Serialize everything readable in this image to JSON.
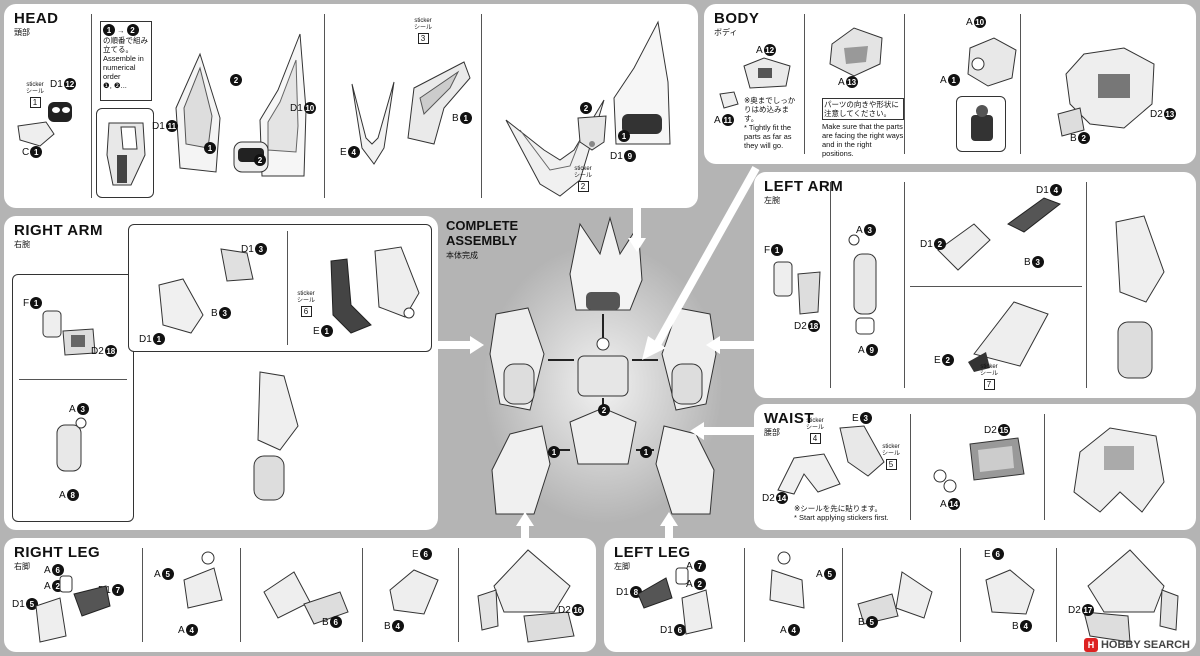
{
  "sections": {
    "head": {
      "title": "HEAD",
      "subtitle": "頭部"
    },
    "body": {
      "title": "BODY",
      "subtitle": "ボディ"
    },
    "right_arm": {
      "title": "RIGHT ARM",
      "subtitle": "右腕"
    },
    "left_arm": {
      "title": "LEFT ARM",
      "subtitle": "左腕"
    },
    "waist": {
      "title": "WAIST",
      "subtitle": "腰部"
    },
    "right_leg": {
      "title": "RIGHT LEG",
      "subtitle": "右脚"
    },
    "left_leg": {
      "title": "LEFT LEG",
      "subtitle": "左脚"
    },
    "complete": {
      "title_line1": "COMPLETE",
      "title_line2": "ASSEMBLY",
      "subtitle": "本体完成"
    }
  },
  "sticker_label": "sticker",
  "sticker_label_jp": "シール",
  "notes": {
    "head_order_jp": "の順番で組み立てる。",
    "head_order_en": "Assemble in numerical order",
    "head_order_seq": "❶, ❷...",
    "body_tighten_jp": "※奥までしっかりはめ込みます。",
    "body_tighten_en": "* Tightly fit the parts as far as they will go.",
    "body_facing_jp": "パーツの向きや形状に注意してください。",
    "body_facing_en": "Make sure that the parts are facing the right ways and in the right positions.",
    "waist_sticker_jp": "※シールを先に貼ります。",
    "waist_sticker_en": "* Start applying stickers first."
  },
  "labels": {
    "head": [
      {
        "part": "D1",
        "num": "12"
      },
      {
        "part": "C",
        "num": "1"
      },
      {
        "part": "D1",
        "num": "11"
      },
      {
        "part": "D1",
        "num": "10"
      },
      {
        "part": "E",
        "num": "4"
      },
      {
        "part": "B",
        "num": "1"
      },
      {
        "part": "D1",
        "num": "9"
      }
    ],
    "head_stickers": [
      "1",
      "3",
      "2"
    ],
    "body": [
      {
        "part": "A",
        "num": "12"
      },
      {
        "part": "A",
        "num": "11"
      },
      {
        "part": "A",
        "num": "13"
      },
      {
        "part": "A",
        "num": "10"
      },
      {
        "part": "A",
        "num": "1"
      },
      {
        "part": "D2",
        "num": "13"
      },
      {
        "part": "B",
        "num": "2"
      }
    ],
    "right_arm": [
      {
        "part": "F",
        "num": "1"
      },
      {
        "part": "D2",
        "num": "18"
      },
      {
        "part": "A",
        "num": "3"
      },
      {
        "part": "A",
        "num": "8"
      },
      {
        "part": "D1",
        "num": "3"
      },
      {
        "part": "B",
        "num": "3"
      },
      {
        "part": "D1",
        "num": "1"
      },
      {
        "part": "E",
        "num": "1"
      }
    ],
    "right_arm_sticker": "6",
    "left_arm": [
      {
        "part": "F",
        "num": "1"
      },
      {
        "part": "D2",
        "num": "18"
      },
      {
        "part": "A",
        "num": "3"
      },
      {
        "part": "A",
        "num": "9"
      },
      {
        "part": "D1",
        "num": "4"
      },
      {
        "part": "D1",
        "num": "2"
      },
      {
        "part": "B",
        "num": "3"
      },
      {
        "part": "E",
        "num": "2"
      }
    ],
    "left_arm_sticker": "7",
    "waist": [
      {
        "part": "E",
        "num": "3"
      },
      {
        "part": "D2",
        "num": "14"
      },
      {
        "part": "D2",
        "num": "15"
      },
      {
        "part": "A",
        "num": "14"
      }
    ],
    "waist_stickers": [
      "4",
      "5"
    ],
    "right_leg": [
      {
        "part": "A",
        "num": "6"
      },
      {
        "part": "A",
        "num": "2"
      },
      {
        "part": "D1",
        "num": "7"
      },
      {
        "part": "D1",
        "num": "5"
      },
      {
        "part": "A",
        "num": "5"
      },
      {
        "part": "A",
        "num": "4"
      },
      {
        "part": "B",
        "num": "6"
      },
      {
        "part": "E",
        "num": "6"
      },
      {
        "part": "B",
        "num": "4"
      },
      {
        "part": "D2",
        "num": "16"
      }
    ],
    "left_leg": [
      {
        "part": "A",
        "num": "7"
      },
      {
        "part": "D1",
        "num": "8"
      },
      {
        "part": "A",
        "num": "2"
      },
      {
        "part": "D1",
        "num": "6"
      },
      {
        "part": "A",
        "num": "5"
      },
      {
        "part": "A",
        "num": "4"
      },
      {
        "part": "B",
        "num": "5"
      },
      {
        "part": "E",
        "num": "6"
      },
      {
        "part": "B",
        "num": "4"
      },
      {
        "part": "D2",
        "num": "17"
      }
    ]
  },
  "step_numbers": [
    "1",
    "2"
  ],
  "watermark": {
    "logo": "H",
    "text": "HOBBY SEARCH"
  },
  "colors": {
    "panel": "#ffffff",
    "background": "#b4b4b4",
    "ink": "#111111"
  }
}
